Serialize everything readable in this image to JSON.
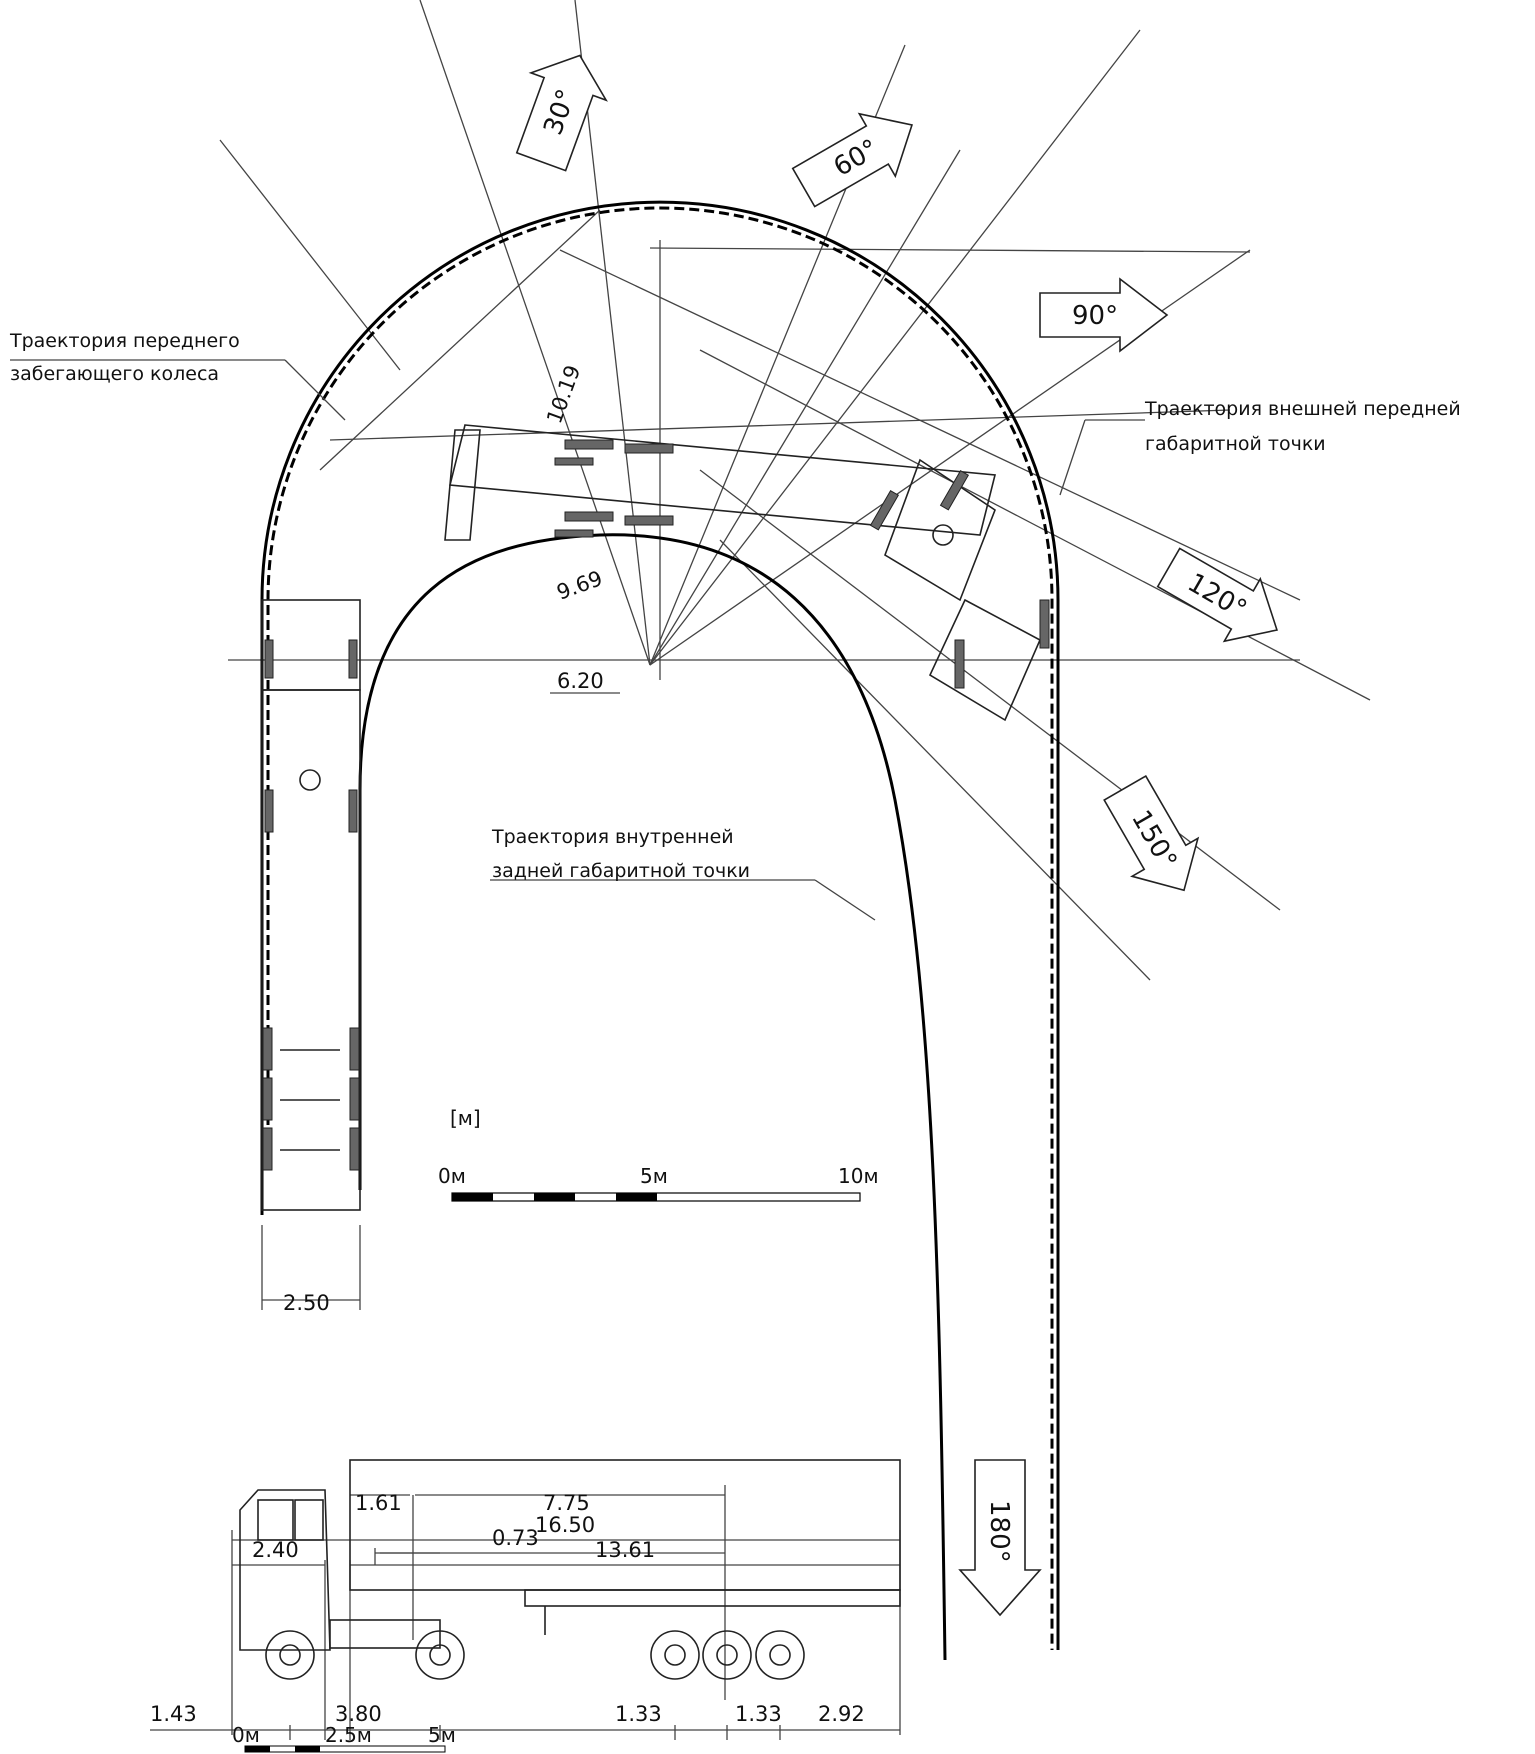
{
  "labels": {
    "outer_front_wheel": [
      "Траектория переднего",
      "забегающего колеса"
    ],
    "outer_front_point": [
      "Траектория внешней передней",
      "габаритной точки"
    ],
    "inner_rear_point": [
      "Траектория внутренней",
      "задней габаритной точки"
    ]
  },
  "angles": [
    "30°",
    "60°",
    "90°",
    "120°",
    "150°",
    "180°"
  ],
  "radii": {
    "outer": "10.19",
    "middle": "9.69",
    "inner": "6.20"
  },
  "plan_width": "2.50",
  "scale_top": {
    "unit": "[м]",
    "ticks": [
      "0м",
      "5м",
      "10м"
    ]
  },
  "scale_bottom": {
    "ticks": [
      "0м",
      "2.5м",
      "5м"
    ]
  },
  "dimensions": {
    "overall": "16.50",
    "trailer": "13.61",
    "front": "2.40",
    "kingpin_offset": "1.61",
    "trailer_wheelbase": "7.75",
    "fifth_wheel": "0.73",
    "front_overhang": "1.43",
    "tractor_wheelbase": "3.80",
    "axle_1": "1.33",
    "axle_2": "1.33",
    "rear_overhang": "2.92"
  }
}
